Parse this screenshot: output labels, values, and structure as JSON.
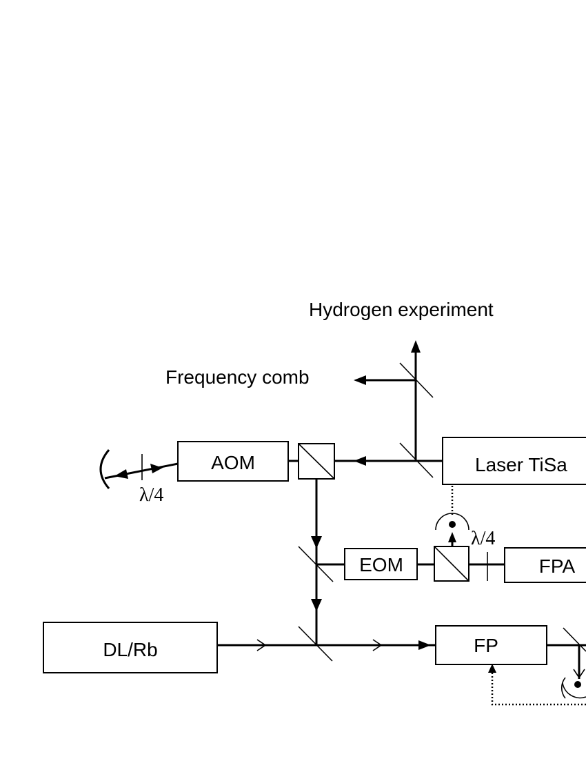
{
  "diagram": {
    "labels": {
      "hydrogen": "Hydrogen experiment",
      "comb": "Frequency comb",
      "aom": "AOM",
      "laser": "Laser TiSa",
      "eom": "EOM",
      "fpa": "FPA",
      "dl": "DL/Rb",
      "fp": "FP",
      "qwp_top": "λ/4",
      "qwp_mid": "λ/4"
    }
  },
  "colors": {
    "ink": "#000000",
    "background": "#ffffff"
  }
}
